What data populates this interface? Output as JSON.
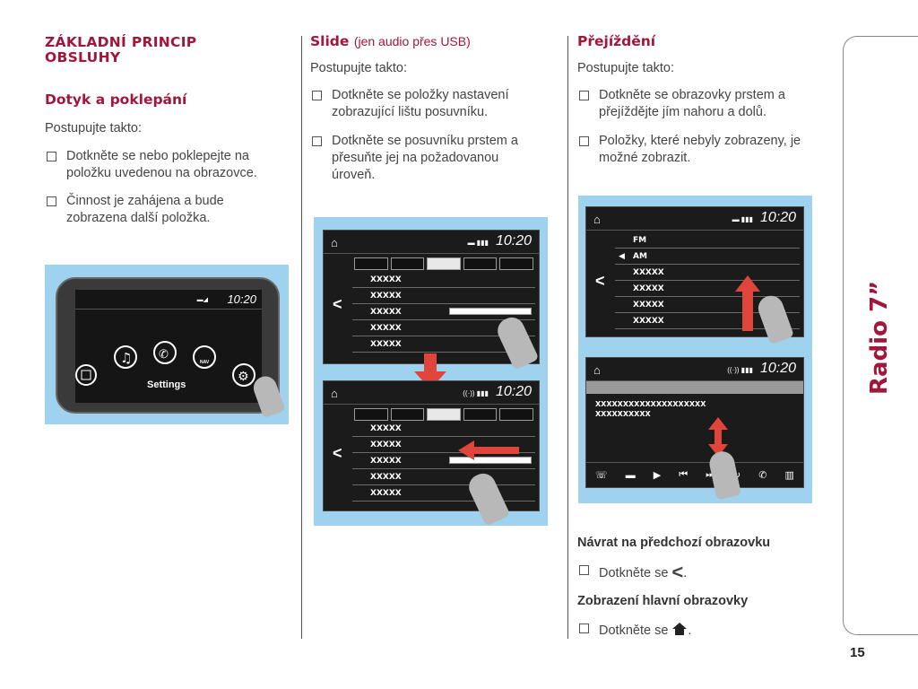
{
  "col1": {
    "heading_line1": "ZÁKLADNÍ PRINCIP",
    "heading_line2": "OBSLUHY",
    "subheading": "Dotyk a poklepání",
    "intro": "Postupujte takto:",
    "bullet1_line1": "Dotkněte se nebo poklepejte na",
    "bullet1_line2": "položku uvedenou na obrazovce.",
    "bullet2_line1": "Činnost je zahájena a bude",
    "bullet2_line2": "zobrazena další položka.",
    "screen": {
      "time": "10:20",
      "label": "Settings",
      "nav_label": "NAV"
    }
  },
  "col2": {
    "heading": "Slide",
    "heading_note": "(jen audio přes USB)",
    "intro": "Postupujte takto:",
    "bullet1_line1": "Dotkněte se položky nastavení",
    "bullet1_line2": "zobrazující lištu posuvníku.",
    "bullet2_line1": "Dotkněte se posuvníku prstem a",
    "bullet2_line2": "přesuňte jej na požadovanou",
    "bullet2_line3": "úroveň.",
    "screen1": {
      "time": "10:20",
      "rows": [
        "XXXXX",
        "XXXXX",
        "XXXXX",
        "XXXXX",
        "XXXXX"
      ]
    },
    "screen2": {
      "time": "10:20",
      "rows": [
        "XXXXX",
        "XXXXX",
        "XXXXX",
        "XXXXX",
        "XXXXX"
      ]
    }
  },
  "col3": {
    "heading": "Přejíždění",
    "intro": "Postupujte takto:",
    "bullet1_line1": "Dotkněte se obrazovky prstem a",
    "bullet1_line2": "přejíždějte jím nahoru a dolů.",
    "bullet2_line1": "Položky, které nebyly zobrazeny, je",
    "bullet2_line2": "možné zobrazit.",
    "screen1": {
      "time": "10:20",
      "rows": [
        "FM",
        "AM",
        "XXXXX",
        "XXXXX",
        "XXXXX",
        "XXXXX"
      ]
    },
    "screen2": {
      "time": "10:20",
      "text_line1": "XXXXXXXXXXXXXXXXXXXX",
      "text_line2": "XXXXXXXXXX"
    },
    "back_heading": "Návrat na předchozí obrazovku",
    "back_text": "Dotkněte se",
    "home_heading": "Zobrazení hlavní obrazovky",
    "home_text": "Dotkněte se"
  },
  "side_label": "Radio 7”",
  "page_number": "15"
}
